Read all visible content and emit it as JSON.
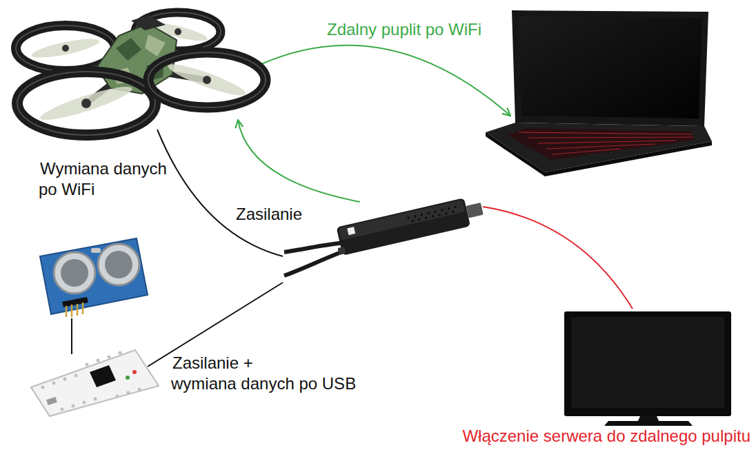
{
  "diagram": {
    "labels": [
      "Zdalny puplit po WiFi",
      "Wymiana danych po WiFi",
      "Zasilanie",
      "Zasilanie + wymiana danych po USB",
      "Włączenie serwera do zdalnego pulpitu"
    ]
  }
}
